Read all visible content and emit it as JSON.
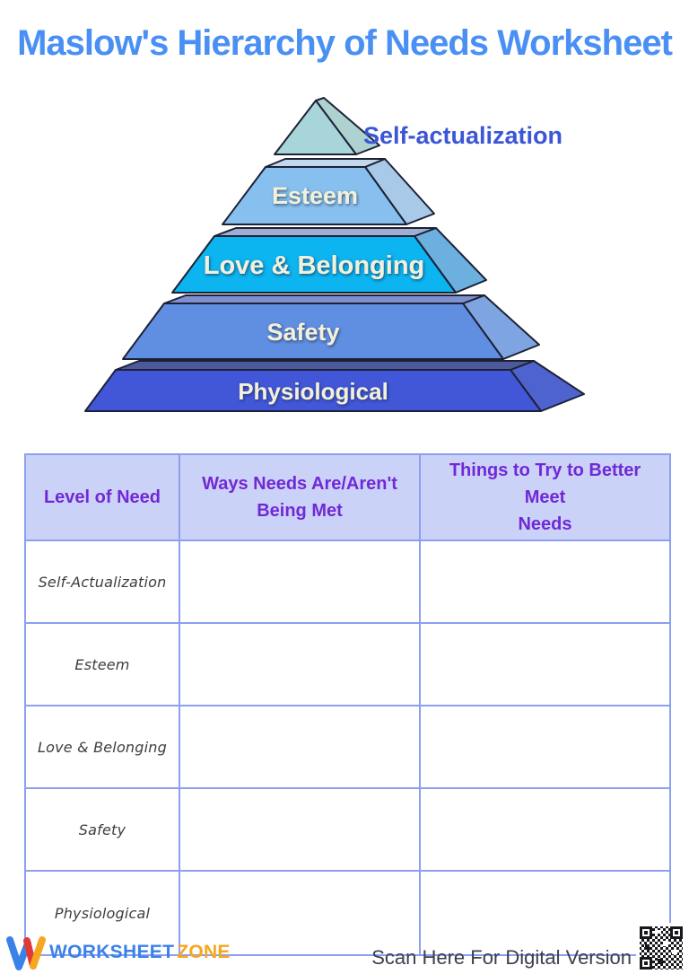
{
  "title": "Maslow's Hierarchy of Needs Worksheet",
  "pyramid": {
    "levels": [
      {
        "label": "Self-actualization",
        "front_color": "#a7d5da"
      },
      {
        "label": "Esteem",
        "front_color": "#87c0ef"
      },
      {
        "label": "Love & Belonging",
        "front_color": "#0cb4f0"
      },
      {
        "label": "Safety",
        "front_color": "#608ee0"
      },
      {
        "label": "Physiological",
        "front_color": "#4157d8"
      }
    ]
  },
  "table": {
    "columns": [
      {
        "label": "Level of Need"
      },
      {
        "label": "Ways Needs Are/Aren't\nBeing Met"
      },
      {
        "label": "Things to Try  to Better Meet\nNeeds"
      }
    ],
    "rows": [
      {
        "level": "Self-Actualization",
        "ways": "",
        "things": ""
      },
      {
        "level": "Esteem",
        "ways": "",
        "things": ""
      },
      {
        "level": "Love & Belonging",
        "ways": "",
        "things": ""
      },
      {
        "level": "Safety",
        "ways": "",
        "things": ""
      },
      {
        "level": "Physiological",
        "ways": "",
        "things": ""
      }
    ]
  },
  "footer": {
    "brand": {
      "word1": "WORKSHEET",
      "word2": "ZONE"
    },
    "scan_label": "Scan Here For Digital Version"
  },
  "colors": {
    "title_blue": "#4a90f4",
    "apex_label_blue": "#3b56d6",
    "header_text_purple": "#7129d6",
    "header_bg_lavender": "#cbd2f7",
    "table_border_periwinkle": "#8c9ff0",
    "brand_blue": "#3b82e8",
    "brand_orange": "#f6a71f",
    "tier_text_cream": "#f2f0da"
  }
}
